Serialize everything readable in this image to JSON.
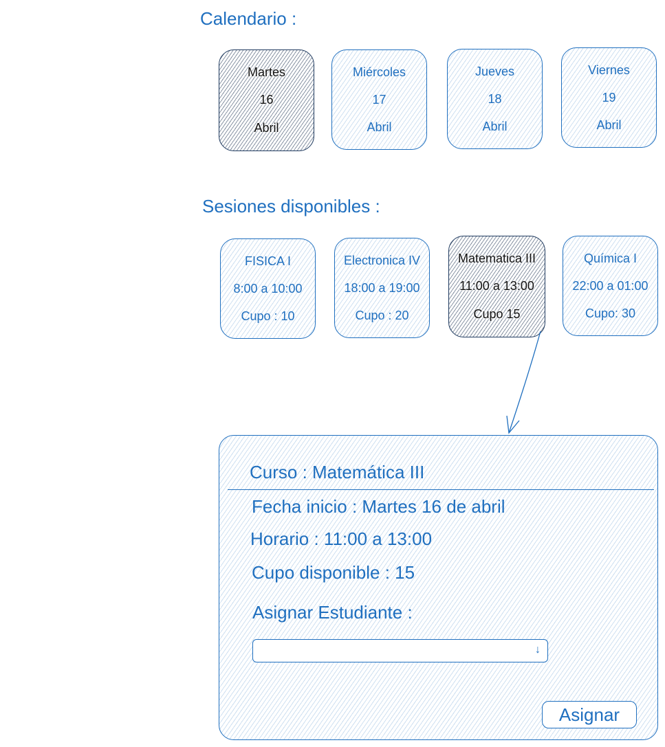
{
  "calendar": {
    "title": "Calendario :",
    "days": [
      {
        "weekday": "Martes",
        "day": "16",
        "month": "Abril",
        "selected": true
      },
      {
        "weekday": "Miércoles",
        "day": "17",
        "month": "Abril",
        "selected": false
      },
      {
        "weekday": "Jueves",
        "day": "18",
        "month": "Abril",
        "selected": false
      },
      {
        "weekday": "Viernes",
        "day": "19",
        "month": "Abril",
        "selected": false
      }
    ]
  },
  "sessions": {
    "title": "Sesiones disponibles :",
    "items": [
      {
        "course": "FISICA I",
        "time": "8:00 a 10:00",
        "cupo": "Cupo : 10",
        "selected": false
      },
      {
        "course": "Electronica IV",
        "time": "18:00 a 19:00",
        "cupo": "Cupo : 20",
        "selected": false
      },
      {
        "course": "Matematica III",
        "time": "11:00 a 13:00",
        "cupo": "Cupo 15",
        "selected": true
      },
      {
        "course": "Química I",
        "time": "22:00 a 01:00",
        "cupo": "Cupo: 30",
        "selected": false
      }
    ]
  },
  "detail": {
    "course": "Curso : Matemática III",
    "start_date": "Fecha inicio : Martes 16 de abril",
    "schedule": "Horario : 11:00 a 13:00",
    "available": "Cupo disponible : 15",
    "assign_label": "Asignar Estudiante :",
    "student_select_value": "",
    "select_icon": "arrow-down-icon",
    "assign_button": "Asignar"
  },
  "colors": {
    "accent": "#1f6fbf",
    "selected_text": "#111111"
  }
}
